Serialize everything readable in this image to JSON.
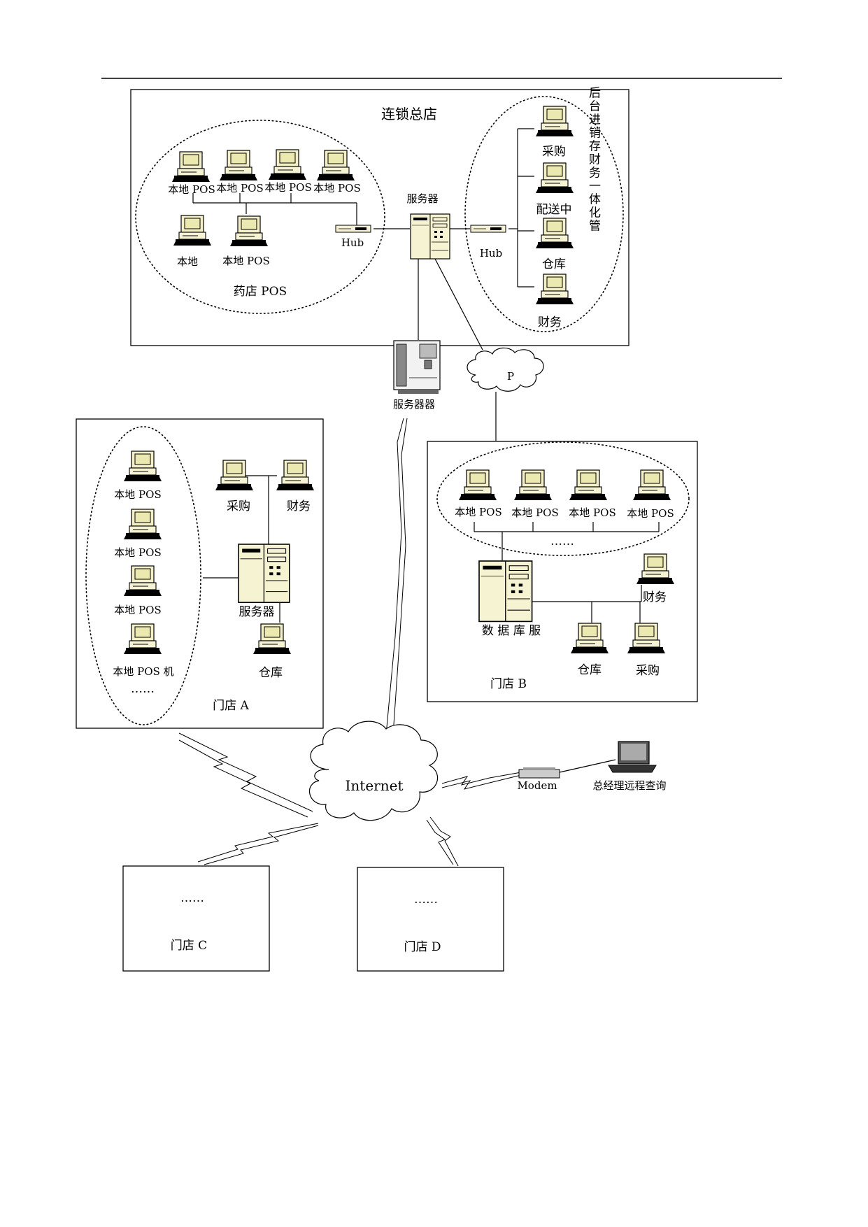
{
  "hq": {
    "title": "连锁总店",
    "pos_group": "药店 POS",
    "pos_labels": [
      "本地 POS",
      "本地 POS",
      "本地 POS",
      "本地 POS",
      "本地",
      "本地 POS"
    ],
    "hub_left": "Hub",
    "server": "服务器",
    "hub_right": "Hub",
    "back_labels": [
      "采购",
      "配送中",
      "仓库",
      "财务"
    ],
    "back_group": "后台进销存财务一体化管"
  },
  "web_server": "服务器器",
  "cloud_p": "P",
  "store_a": {
    "title": "门店 A",
    "pos_labels": [
      "本地 POS",
      "本地 POS",
      "本地 POS",
      "本地 POS 机"
    ],
    "ellipsis": "……",
    "purchase": "采购",
    "finance": "财务",
    "server": "服务器",
    "warehouse": "仓库"
  },
  "store_b": {
    "title": "门店 B",
    "pos_labels": [
      "本地 POS",
      "本地 POS",
      "本地 POS",
      "本地 POS"
    ],
    "ellipsis": "……",
    "server": "数 据 库 服",
    "finance": "财务",
    "warehouse": "仓库",
    "purchase": "采购"
  },
  "internet": "Internet",
  "modem": "Modem",
  "manager": "总经理远程查询",
  "store_c": {
    "ellipsis": "……",
    "title": "门店 C"
  },
  "store_d": {
    "ellipsis": "……",
    "title": "门店 D"
  }
}
